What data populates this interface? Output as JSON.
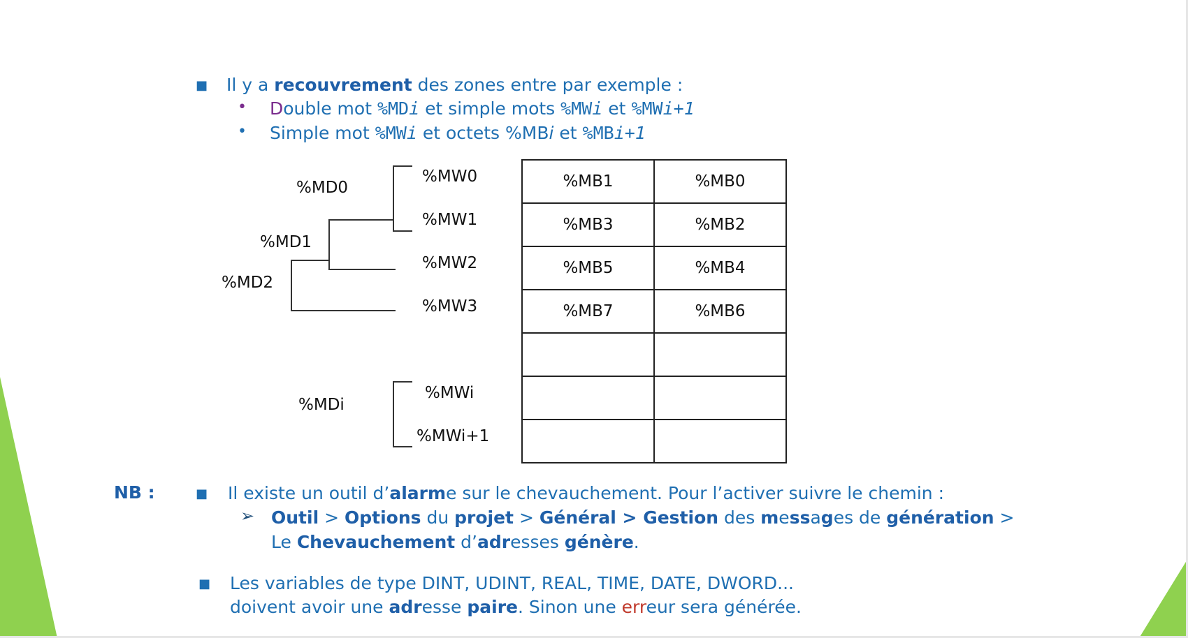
{
  "bullets": {
    "intro_pre": "Il y a ",
    "intro_bold": "recouvrement",
    "intro_post": " des zones entre par exemple :",
    "sub1": {
      "first_letter": "D",
      "text1": "ouble mot ",
      "code1": "%MD",
      "var1": "i",
      "text2": " et simple mots ",
      "code2": "%MW",
      "var2": "i",
      "text3": " et ",
      "code3": "%MW",
      "var3": "i+1"
    },
    "sub2": {
      "text1": "Simple mot ",
      "code1": "%MW",
      "var1": "i",
      "text2": "  et octets %MB",
      "var2": "i",
      "text3": " et ",
      "code3": "%MB",
      "var3": "i+1"
    }
  },
  "diagram": {
    "md_labels": [
      "%MD0",
      "%MD1",
      "%MD2",
      "%MDi"
    ],
    "mw_labels": [
      "%MW0",
      "%MW1",
      "%MW2",
      "%MW3",
      "%MWi",
      "%MWi+1"
    ],
    "table_rows": [
      [
        "%MB1",
        "%MB0"
      ],
      [
        "%MB3",
        "%MB2"
      ],
      [
        "%MB5",
        "%MB4"
      ],
      [
        "%MB7",
        "%MB6"
      ],
      [
        "",
        ""
      ],
      [
        "",
        ""
      ],
      [
        "",
        ""
      ]
    ]
  },
  "nb": {
    "label": "NB :",
    "line1": {
      "t1": "Il existe un outil d’",
      "b1": "alarm",
      "t2": "e sur le chevauchement. Pour l’activer suivre le chemin :"
    },
    "path": {
      "b1": "Outil",
      "t1": " > ",
      "b2": "Options",
      "t2": " du ",
      "b3": "projet",
      "t3": " > ",
      "b4": "Général > Gestion",
      "t4": " des ",
      "b5": "m",
      "t5": "e",
      "b6": "ss",
      "t6": "a",
      "b7": "g",
      "t7": "es de ",
      "b8": "génération",
      "t8": " >"
    },
    "path2": {
      "t1": "Le ",
      "b1": "Chevauchement",
      "t2": " d’",
      "b2": "adr",
      "t3": "esses ",
      "b3": "génère",
      "t4": "."
    },
    "variables": {
      "line1": "Les variables de type DINT, UDINT, REAL, TIME, DATE, DWORD...",
      "t1": "doivent avoir une ",
      "b1": "adr",
      "t2": "esse ",
      "b2": "paire",
      "t3": ". Sinon une ",
      "r1": "err",
      "t4": "eur sera générée."
    }
  },
  "colors": {
    "text_blue": "#1f6fb2",
    "bold_blue": "#1f5fa8",
    "purple": "#7b2d8e",
    "error_red": "#c0392b",
    "green_accent": "#8fd14f"
  }
}
